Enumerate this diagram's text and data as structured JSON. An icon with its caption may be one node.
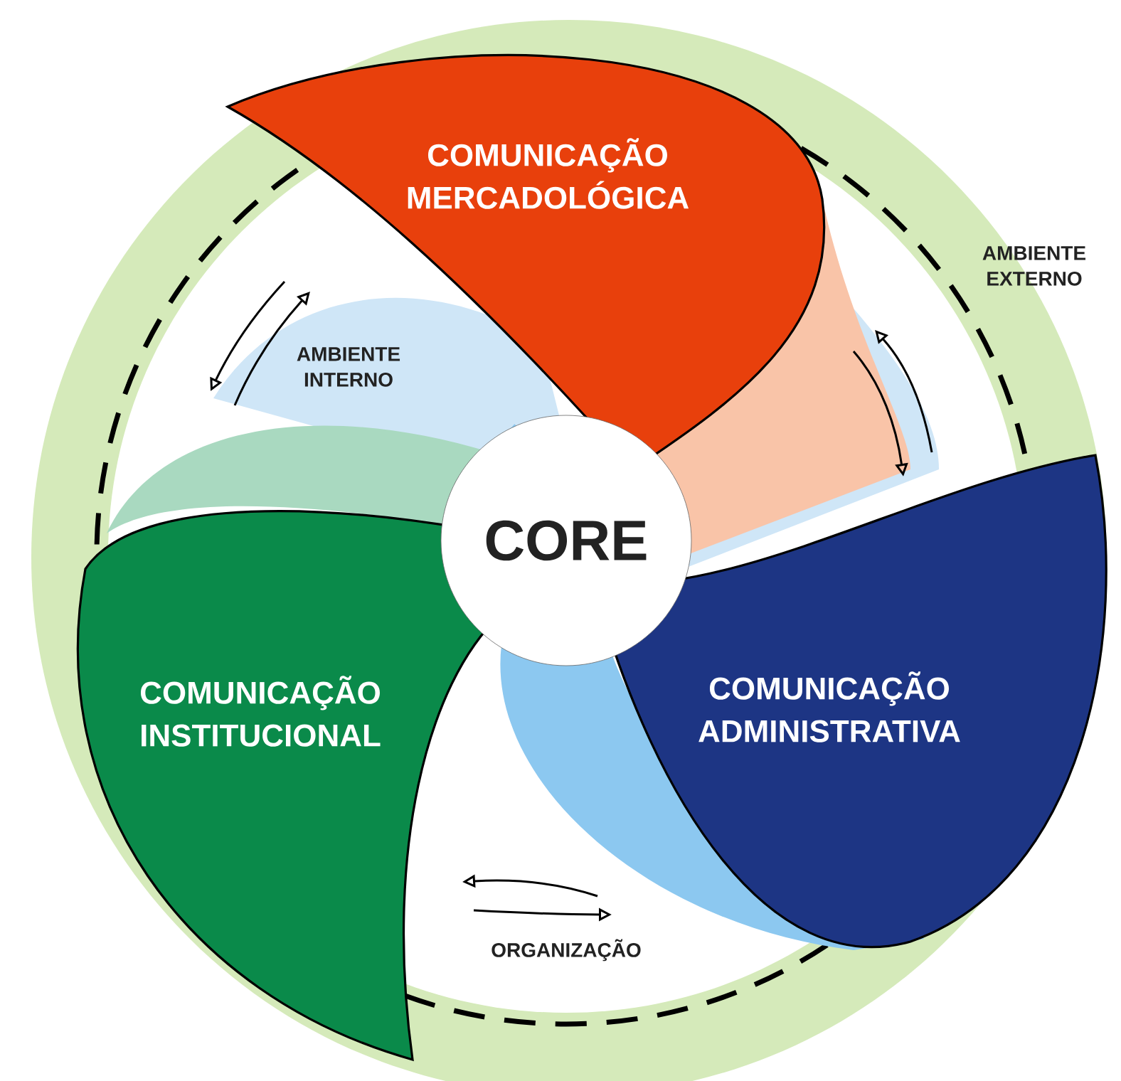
{
  "diagram": {
    "nodes": [
      {
        "text": [
          "CORE"
        ]
      },
      {
        "text": [
          "COMUNICAÇÃO MERCADOLÓGICA"
        ]
      },
      {
        "text": [
          "COMUNICAÇÃO ADMINISTRATIVA"
        ]
      },
      {
        "text": [
          "COMUNICAÇÃO INSTITUCIONAL"
        ]
      }
    ],
    "labels": [
      "AMBIENTE INTERNO",
      "AMBIENTE EXTERNO",
      "ORGANIZAÇÃO"
    ]
  }
}
